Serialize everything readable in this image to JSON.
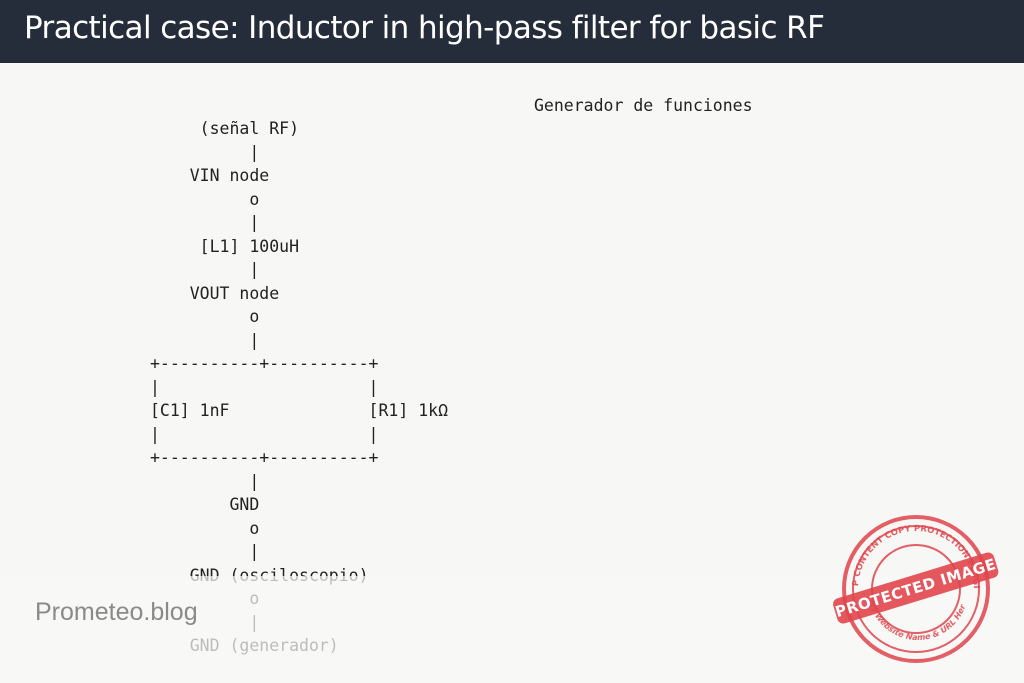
{
  "header": {
    "title": "Practical case: Inductor in high-pass filter for basic RF"
  },
  "diagram": {
    "side_label": "Generador de funciones",
    "lines": [
      "     (señal RF)",
      "          |",
      "    VIN node",
      "          o",
      "          |",
      "     [L1] 100uH",
      "          |",
      "    VOUT node",
      "          o",
      "          |",
      "+----------+----------+",
      "|                     |",
      "[C1] 1nF              [R1] 1kΩ",
      "|                     |",
      "+----------+----------+",
      "          |",
      "        GND",
      "          o",
      "          |",
      "    GND (osciloscopio)",
      "          o",
      "          |",
      "    GND (generador)"
    ]
  },
  "footer": {
    "brand": "Prometeo.blog"
  },
  "watermark": {
    "main_text": "PROTECTED IMAGE",
    "ring_text_top": "WP CONTENT COPY PROTECTION PLUGIN",
    "ring_text_bottom": "My Website Name & URL Here",
    "color": "#e0454d"
  },
  "colors": {
    "header_bg": "#262d3a",
    "header_text": "#ffffff",
    "page_bg": "#f7f7f5",
    "diagram_text": "#222222",
    "brand_text": "#8a8a8a"
  }
}
